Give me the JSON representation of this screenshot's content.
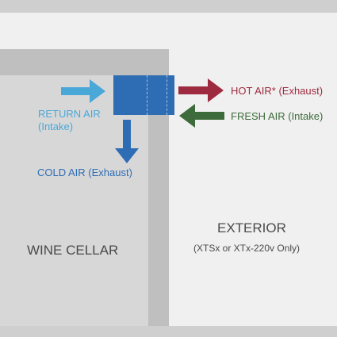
{
  "cellar": {
    "label": "WINE CELLAR"
  },
  "exterior": {
    "label": "EXTERIOR",
    "note": "(XTSx or XTx-220v Only)"
  },
  "flows": {
    "return_air": {
      "line1": "RETURN AIR",
      "line2": "(Intake)"
    },
    "cold_air": {
      "label": "COLD AIR (Exhaust)"
    },
    "hot_air": {
      "label": "HOT AIR* (Exhaust)"
    },
    "fresh_air": {
      "label": "FRESH AIR (Intake)"
    }
  },
  "colors": {
    "background": "#f0f0f0",
    "wall": "#bfbfbf",
    "cellar": "#d7d7d8",
    "return_air": "#4aa8d8",
    "cold_air": "#2e6db4",
    "unit": "#2e6db4",
    "hot_air": "#9e2a3f",
    "fresh_air": "#3d6b3b",
    "text_gray": "#4a4a4a"
  },
  "icons": {
    "return_air_arrow": "arrow-right",
    "cold_air_arrow": "arrow-down",
    "hot_air_arrow": "arrow-right",
    "fresh_air_arrow": "arrow-left",
    "unit": "cooling-unit"
  }
}
